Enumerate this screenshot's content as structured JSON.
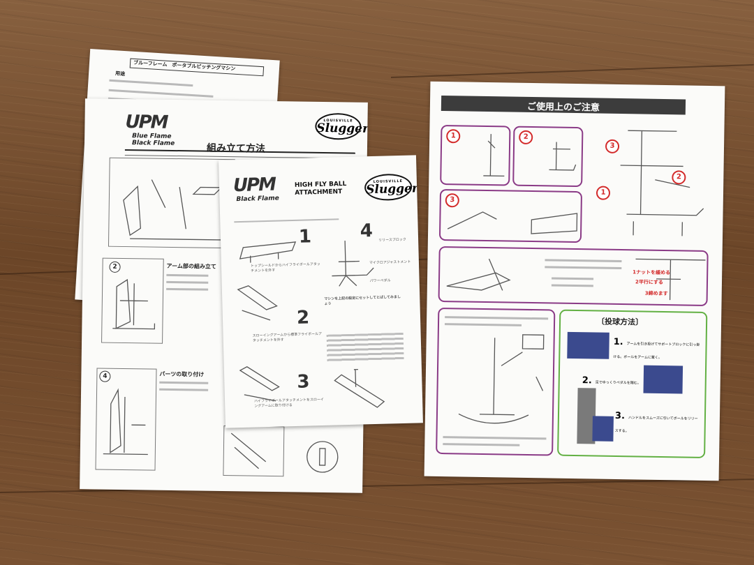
{
  "doc1": {
    "title": "ブルーフレーム　ポータブルピッチングマシン",
    "section": "用途"
  },
  "doc2": {
    "logo": "UPM",
    "brand1": "Blue Flame",
    "brand2": "Black Flame",
    "slugger_top": "LOUISVILLE",
    "slugger_main": "Slugger",
    "title": "組み立て方法",
    "step2_num": "2",
    "step2_title": "アーム部の組み立て",
    "step4_num": "4",
    "step4_title": "パーツの取り付け"
  },
  "doc3": {
    "logo": "UPM",
    "brand": "Black Flame",
    "heading1": "HIGH FLY BALL",
    "heading2": "ATTACHMENT",
    "slugger_top": "LOUISVILLE",
    "slugger_main": "Slugger",
    "steps": [
      {
        "num": "1",
        "text": "トップシールドからハイフライボールアタッチメントを外す"
      },
      {
        "num": "2",
        "text": "スローイングアームから標準フライボールアタッチメントを外す"
      },
      {
        "num": "3",
        "text": "ハイフライボールアタッチメントをスローイングアームに取り付ける"
      },
      {
        "num": "4",
        "text": "マシンを上記の設定にセットしてとばしてみましょう"
      }
    ],
    "labels": [
      "リリースブロック",
      "マイクロアジャストメント",
      "パワーペダル"
    ]
  },
  "doc4": {
    "title": "ご使用上のご注意",
    "circles": [
      "1",
      "2",
      "3"
    ],
    "adjust_steps": [
      {
        "num": "1",
        "text": "ナットを緩める"
      },
      {
        "num": "2",
        "text": "平行にする"
      },
      {
        "num": "3",
        "text": "締めます"
      }
    ],
    "pitch_title": "〔投球方法〕",
    "pitch_steps": [
      {
        "num": "1.",
        "text": "アームを引き投げてサポートブロックに引っ掛ける。ボールをアームに置く。"
      },
      {
        "num": "2.",
        "text": "足でゆっくりペダルを踏む。"
      },
      {
        "num": "3.",
        "text": "ハンドルをスムーズに引いてボールをリリースする。"
      }
    ]
  },
  "colors": {
    "wood": "#7a5232",
    "purple": "#8a3a86",
    "green": "#62b043",
    "red": "#d32a2a",
    "header": "#3c3c3c"
  }
}
